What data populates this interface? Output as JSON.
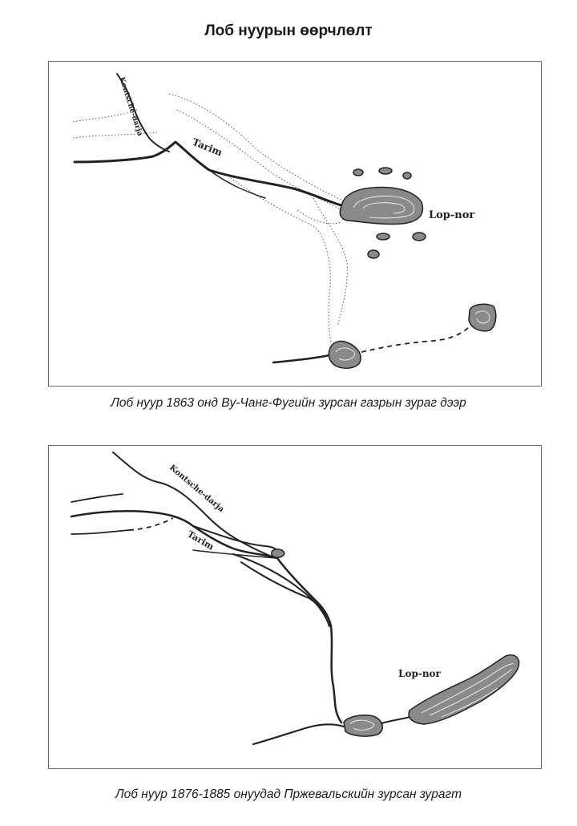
{
  "title": "Лоб нуурын өөрчлөлт",
  "map1": {
    "caption": "Лоб нуур 1863 онд Ву-Чанг-Фугийн зурсан газрын зураг дээр",
    "labels": {
      "tarim": "Tarim",
      "lopnor": "Lop-nor",
      "kontsche": "Kontsche-darja"
    }
  },
  "map2": {
    "caption": "Лоб нуур 1876-1885 онуудад Пржевальскийн зурсан зурагт",
    "labels": {
      "tarim": "Tarim",
      "lopnor": "Lop-nor",
      "kontsche": "Kontsche-darja"
    }
  }
}
